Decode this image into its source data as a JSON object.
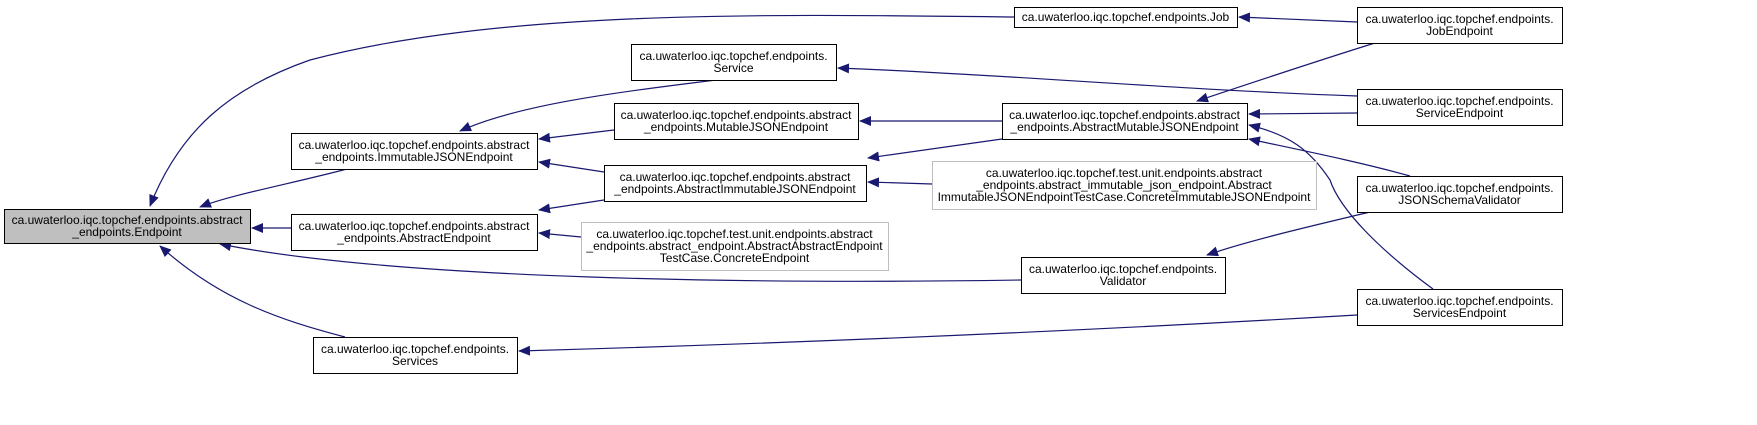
{
  "colors": {
    "edge": "#191970",
    "node_border": "#000000",
    "node_border_muted": "#bfbfbf",
    "root_fill": "#bfbfbf",
    "node_fill": "#ffffff"
  },
  "nodes": {
    "endpoint": {
      "lines": [
        "ca.uwaterloo.iqc.topchef.endpoints.abstract",
        "_endpoints.Endpoint"
      ],
      "style": "root"
    },
    "job": {
      "lines": [
        "ca.uwaterloo.iqc.topchef.endpoints.Job"
      ],
      "style": "normal"
    },
    "service": {
      "lines": [
        "ca.uwaterloo.iqc.topchef.endpoints.",
        "Service"
      ],
      "style": "normal"
    },
    "immutable_json": {
      "lines": [
        "ca.uwaterloo.iqc.topchef.endpoints.abstract",
        "_endpoints.ImmutableJSONEndpoint"
      ],
      "style": "normal"
    },
    "mutable_json": {
      "lines": [
        "ca.uwaterloo.iqc.topchef.endpoints.abstract",
        "_endpoints.MutableJSONEndpoint"
      ],
      "style": "normal"
    },
    "abstract_mutable_json": {
      "lines": [
        "ca.uwaterloo.iqc.topchef.endpoints.abstract",
        "_endpoints.AbstractMutableJSONEndpoint"
      ],
      "style": "normal"
    },
    "abstract_immutable_json": {
      "lines": [
        "ca.uwaterloo.iqc.topchef.endpoints.abstract",
        "_endpoints.AbstractImmutableJSONEndpoint"
      ],
      "style": "normal"
    },
    "concrete_immutable": {
      "lines": [
        "ca.uwaterloo.iqc.topchef.test.unit.endpoints.abstract",
        "_endpoints.abstract_immutable_json_endpoint.Abstract",
        "ImmutableJSONEndpointTestCase.ConcreteImmutableJSONEndpoint"
      ],
      "style": "muted"
    },
    "abstract_endpoint": {
      "lines": [
        "ca.uwaterloo.iqc.topchef.endpoints.abstract",
        "_endpoints.AbstractEndpoint"
      ],
      "style": "normal"
    },
    "concrete_endpoint": {
      "lines": [
        "ca.uwaterloo.iqc.topchef.test.unit.endpoints.abstract",
        "_endpoints.abstract_endpoint.AbstractAbstractEndpoint",
        "TestCase.ConcreteEndpoint"
      ],
      "style": "muted"
    },
    "validator": {
      "lines": [
        "ca.uwaterloo.iqc.topchef.endpoints.",
        "Validator"
      ],
      "style": "normal"
    },
    "services": {
      "lines": [
        "ca.uwaterloo.iqc.topchef.endpoints.",
        "Services"
      ],
      "style": "normal"
    },
    "job_endpoint": {
      "lines": [
        "ca.uwaterloo.iqc.topchef.endpoints.",
        "JobEndpoint"
      ],
      "style": "normal"
    },
    "service_endpoint": {
      "lines": [
        "ca.uwaterloo.iqc.topchef.endpoints.",
        "ServiceEndpoint"
      ],
      "style": "normal"
    },
    "json_schema_validator": {
      "lines": [
        "ca.uwaterloo.iqc.topchef.endpoints.",
        "JSONSchemaValidator"
      ],
      "style": "normal"
    },
    "services_endpoint": {
      "lines": [
        "ca.uwaterloo.iqc.topchef.endpoints.",
        "ServicesEndpoint"
      ],
      "style": "normal"
    }
  },
  "edges": [
    {
      "from": "job",
      "to": "endpoint"
    },
    {
      "from": "immutable_json",
      "to": "endpoint"
    },
    {
      "from": "abstract_endpoint",
      "to": "endpoint"
    },
    {
      "from": "validator",
      "to": "endpoint"
    },
    {
      "from": "services",
      "to": "endpoint"
    },
    {
      "from": "service",
      "to": "immutable_json"
    },
    {
      "from": "mutable_json",
      "to": "immutable_json"
    },
    {
      "from": "abstract_immutable_json",
      "to": "immutable_json"
    },
    {
      "from": "abstract_immutable_json",
      "to": "abstract_endpoint"
    },
    {
      "from": "concrete_endpoint",
      "to": "abstract_endpoint"
    },
    {
      "from": "abstract_mutable_json",
      "to": "mutable_json"
    },
    {
      "from": "abstract_mutable_json",
      "to": "abstract_immutable_json"
    },
    {
      "from": "concrete_immutable",
      "to": "abstract_immutable_json"
    },
    {
      "from": "job_endpoint",
      "to": "job"
    },
    {
      "from": "service_endpoint",
      "to": "service"
    },
    {
      "from": "job_endpoint",
      "to": "abstract_mutable_json"
    },
    {
      "from": "service_endpoint",
      "to": "abstract_mutable_json"
    },
    {
      "from": "json_schema_validator",
      "to": "abstract_mutable_json"
    },
    {
      "from": "services_endpoint",
      "to": "abstract_mutable_json"
    },
    {
      "from": "json_schema_validator",
      "to": "validator"
    },
    {
      "from": "services_endpoint",
      "to": "services"
    }
  ]
}
